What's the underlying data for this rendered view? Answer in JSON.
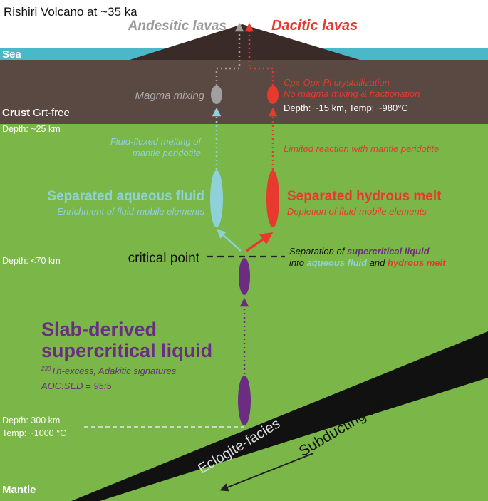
{
  "title": "Rishiri Volcano at ~35 ka",
  "top_labels": {
    "andesitic": "Andesitic lavas",
    "dacitic": "Dacitic lavas"
  },
  "layers": {
    "sea": "Sea",
    "crust": "Crust",
    "crust_note": "Grt-free",
    "mantle": "Mantle"
  },
  "depths": {
    "d25": "Depth: ~25 km",
    "d70": "Depth: <70 km",
    "d300": "Depth: 300 km",
    "temp1000": "Temp: ~1000 °C",
    "d15": "Depth: ~15 km, Temp: ~980°C"
  },
  "left_branch": {
    "mixing": "Magma mixing",
    "melting_1": "Fluid-fluxed melting of",
    "melting_2": "mantle peridotite",
    "fluid_title": "Separated aqueous fluid",
    "fluid_note": "Enrichment of fluid-mobile elements"
  },
  "right_branch": {
    "cryst_1": "Cpx-Opx-Pl crystallization",
    "cryst_2": "No magma mixing & fractionation",
    "limited": "Limited reaction with mantle peridotite",
    "melt_title": "Separated hydrous melt",
    "melt_note": "Depletion of fluid-mobile elements"
  },
  "critical_point": "critical point",
  "separation": {
    "line1_a": "Separation of ",
    "line1_b": "supercritical liquid",
    "line2_a": "into ",
    "line2_b": "aqueous fluid",
    "line2_c": " and ",
    "line2_d": "hydrous melt"
  },
  "slab": {
    "title_1": "Slab-derived",
    "title_2": "supercritical liquid",
    "th_sup": "230",
    "th_rest": "Th-excess, Adakitic signatures",
    "aoc": "AOC:SED = 95:5"
  },
  "plate": {
    "eclogite": "Eclogite-facies",
    "pacific": "Subducting Pacific plate"
  },
  "colors": {
    "mantle_green": "#7ab648",
    "crust_brown": "#5a4843",
    "sea_blue": "#4bb8c9",
    "purple": "#6b2d82",
    "light_blue": "#8fd1d8",
    "red": "#e8392e",
    "gray": "#a0a0a0"
  }
}
